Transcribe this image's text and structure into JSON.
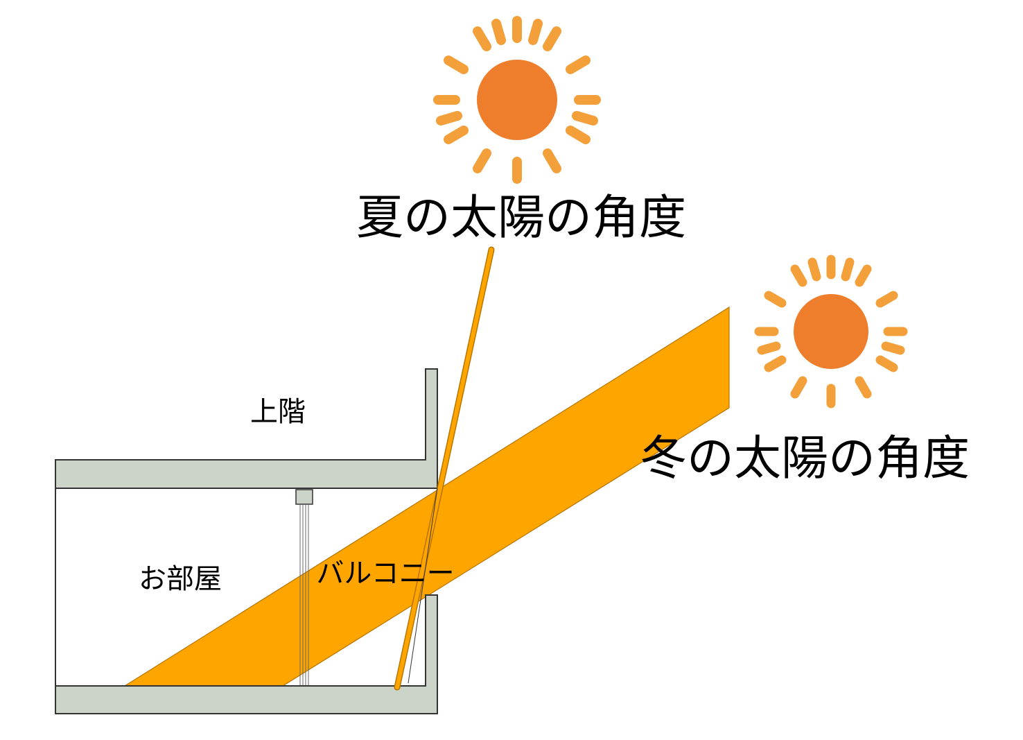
{
  "labels": {
    "summer": "夏の太陽の角度",
    "winter": "冬の太陽の角度",
    "upstairs": "上階",
    "room": "お部屋",
    "balcony": "バルコニー"
  },
  "colors": {
    "sun_body": "#EE7E2C",
    "sun_ray": "#F3A03A",
    "light_beam": "#FFA500",
    "beam_edge": "#B87400",
    "concrete": "#CCD4CA",
    "outline": "#333333"
  },
  "icons": {
    "summer_sun": "sun-icon",
    "winter_sun": "sun-icon"
  }
}
